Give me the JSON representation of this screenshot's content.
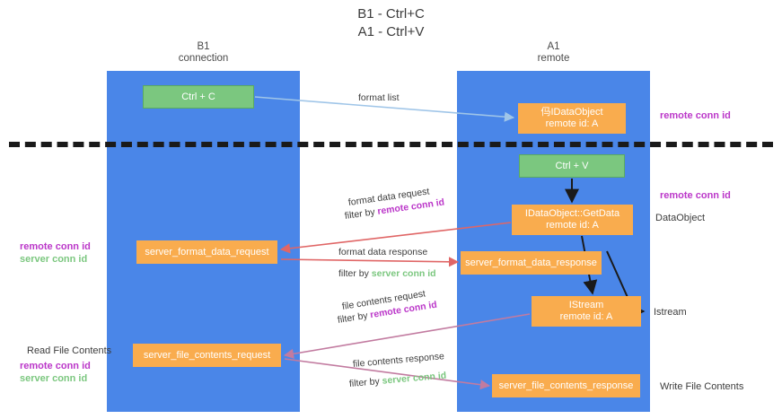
{
  "title": "B1 - Ctrl+C\nA1 - Ctrl+V",
  "columns": {
    "left": {
      "name": "B1",
      "role": "connection",
      "header": "B1\nconnection"
    },
    "right": {
      "name": "A1",
      "role": "remote",
      "header": "A1\nremote"
    }
  },
  "nodes": {
    "ctrl_c": {
      "line1": "Ctrl + C",
      "line2": "",
      "color": "#7bc77f"
    },
    "dataobject": {
      "line1": "㐷IDataObject",
      "line2": "remote id: A",
      "color": "#f9ac4e"
    },
    "ctrl_v": {
      "line1": "Ctrl + V",
      "line2": "",
      "color": "#7bc77f"
    },
    "getdata": {
      "line1": "IDataObject::GetData",
      "line2": "remote id: A",
      "color": "#f9ac4e"
    },
    "format_data_request": {
      "line1": "server_format_data_request",
      "line2": "",
      "color": "#f9ac4e"
    },
    "format_data_response": {
      "line1": "server_format_data_response",
      "line2": "",
      "color": "#f9ac4e"
    },
    "istream": {
      "line1": "IStream",
      "line2": "remote id: A",
      "color": "#f9ac4e"
    },
    "file_contents_request": {
      "line1": "server_file_contents_request",
      "line2": "",
      "color": "#f9ac4e"
    },
    "file_contents_response": {
      "line1": "server_file_contents_response",
      "line2": "",
      "color": "#f9ac4e"
    }
  },
  "edge_labels": {
    "format_list": "format list",
    "format_data_request": "format data request",
    "format_data_request_filter_prefix": "filter by ",
    "format_data_request_filter_key": "remote conn id",
    "format_data_response": "format data response",
    "format_data_response_filter_prefix": "filter by ",
    "format_data_response_filter_key": "server conn id",
    "file_contents_request": "file contents request",
    "file_contents_request_filter_prefix": "filter by ",
    "file_contents_request_filter_key": "remote conn id",
    "file_contents_response": "file contents response",
    "file_contents_response_filter_prefix": "filter by ",
    "file_contents_response_filter_key": "server conn id"
  },
  "side_labels": {
    "remote_conn_id_top": "remote conn id",
    "remote_conn_id_mid": "remote conn id",
    "dataobject": "DataObject",
    "istream": "Istream",
    "write_file_contents": "Write File Contents",
    "read_file_contents": "Read File Contents",
    "left_remote_conn_id_a": "remote conn id",
    "left_server_conn_id_a": "server conn id",
    "left_remote_conn_id_b": "remote conn id",
    "left_server_conn_id_b": "server conn id"
  },
  "colors": {
    "column": "#4a86e8",
    "green_node": "#7bc77f",
    "orange_node": "#f9ac4e",
    "remote_key": "#bb37c9",
    "server_key": "#7bc77f",
    "arrow_blue": "#9fc5e8",
    "arrow_red": "#e06666",
    "arrow_magenta": "#c27ba0",
    "arrow_dark": "#1a1a1a",
    "divider": "#1a1a1a",
    "background": "#ffffff"
  }
}
